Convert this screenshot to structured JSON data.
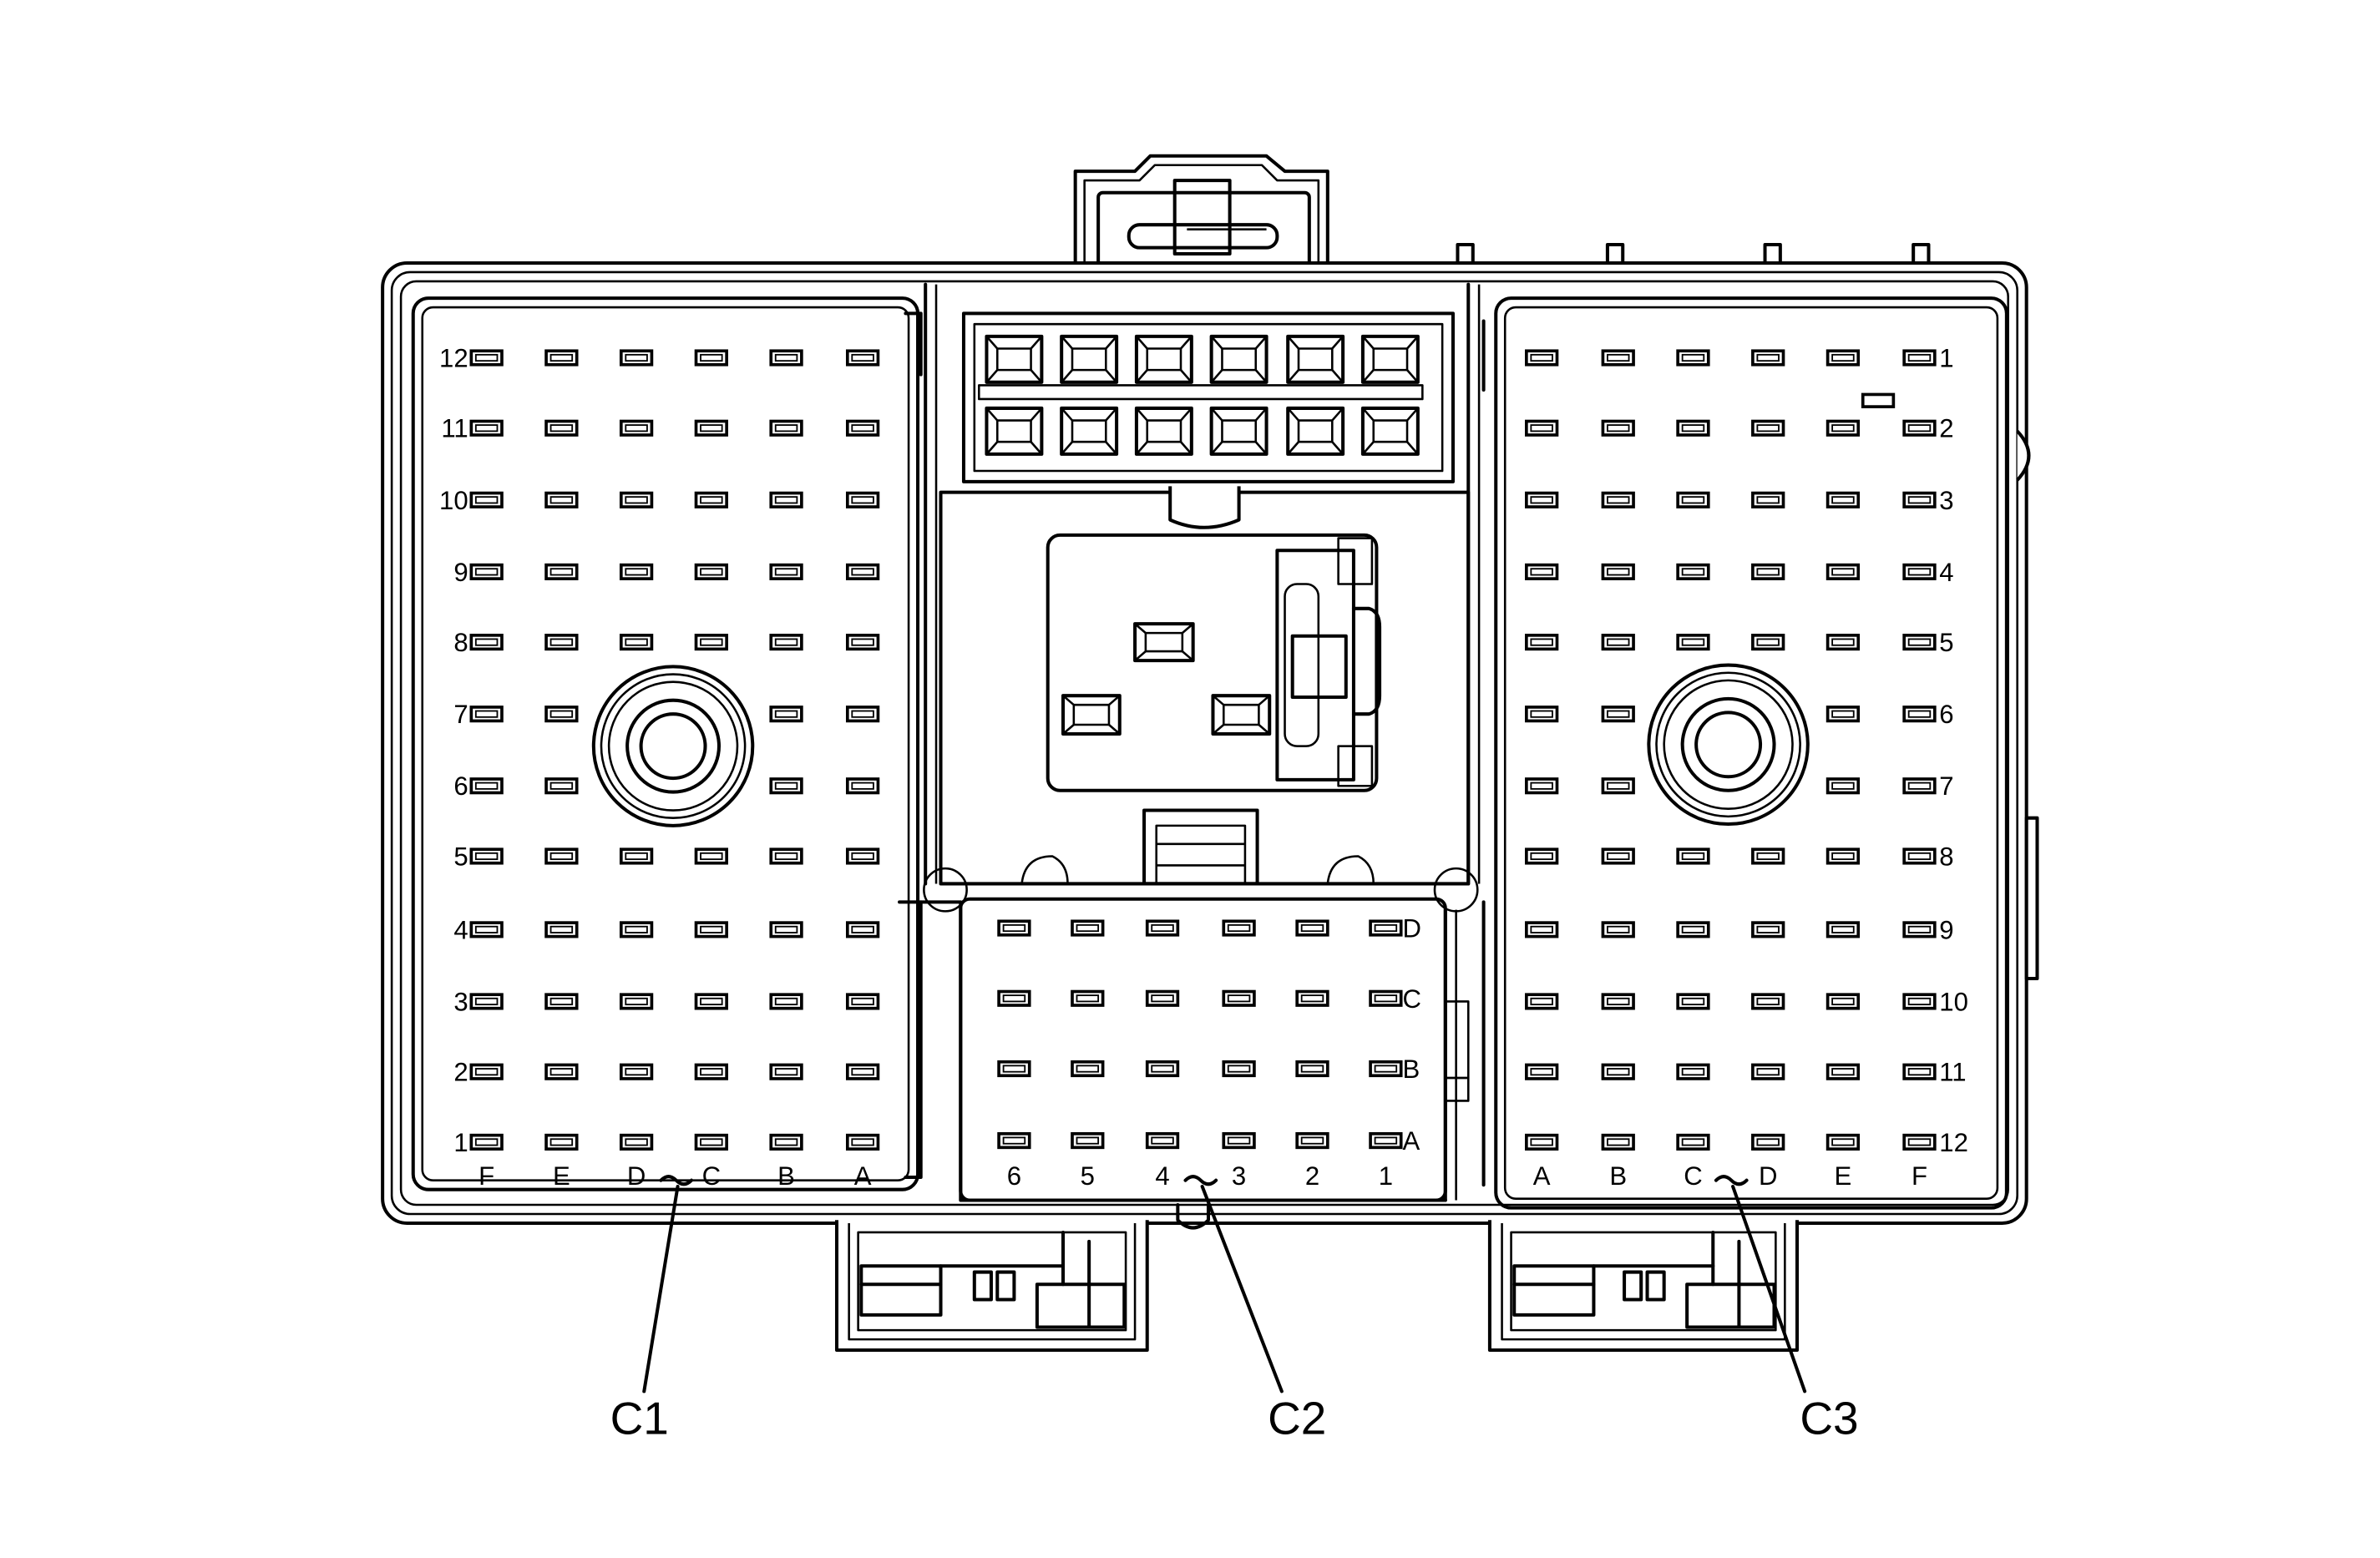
{
  "connectors": [
    {
      "label": "C1",
      "row_labels": [
        "12",
        "11",
        "10",
        "9",
        "8",
        "7",
        "6",
        "5",
        "4",
        "3",
        "2",
        "1"
      ],
      "column_labels": [
        "F",
        "E",
        "D",
        "C",
        "B",
        "A"
      ]
    },
    {
      "label": "C2",
      "row_labels": [
        "D",
        "C",
        "B",
        "A"
      ],
      "column_labels": [
        "6",
        "5",
        "4",
        "3",
        "2",
        "1"
      ]
    },
    {
      "label": "C3",
      "row_labels": [
        "1",
        "2",
        "3",
        "4",
        "5",
        "6",
        "7",
        "8",
        "9",
        "10",
        "11",
        "12"
      ],
      "column_labels": [
        "A",
        "B",
        "C",
        "D",
        "E",
        "F"
      ]
    }
  ],
  "colors": {
    "line": "#000000",
    "background": "#ffffff"
  }
}
